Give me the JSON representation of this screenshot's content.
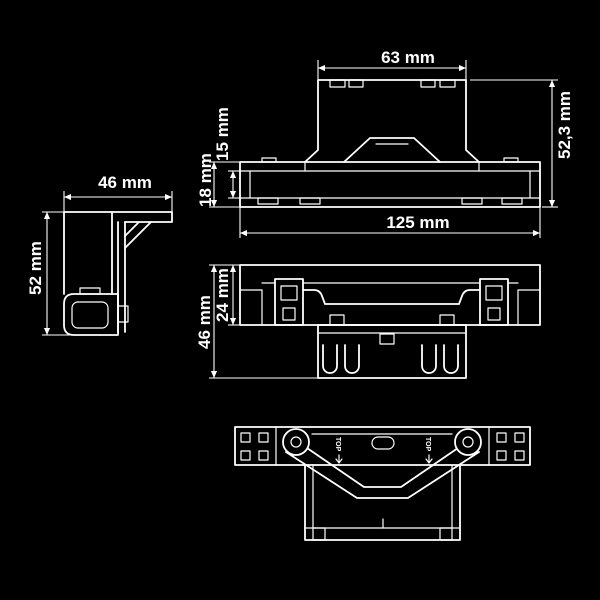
{
  "diagram": {
    "top_view": {
      "dim_bridge_width": "63 mm",
      "dim_total_height": "52,3 mm",
      "dim_frame_height": "18 mm",
      "dim_frame_inner": "15 mm",
      "dim_length": "125 mm"
    },
    "side_view": {
      "dim_width": "46 mm",
      "dim_height": "52 mm"
    },
    "front_view": {
      "dim_frame_depth": "24 mm",
      "dim_total_depth": "46 mm"
    },
    "bottom_view": {
      "marking_left": "TOP",
      "marking_right": "TOP"
    }
  },
  "colors": {
    "background": "#000000",
    "line": "#ffffff"
  }
}
